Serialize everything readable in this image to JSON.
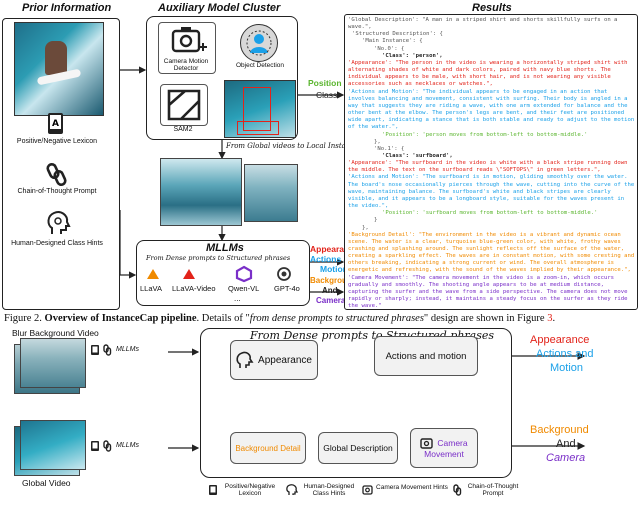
{
  "top": {
    "prior_title": "Prior Information",
    "aux_title": "Auxiliary Model Cluster",
    "results_title": "Results",
    "prior_items": [
      "Positive/Negative Lexicon",
      "Chain-of-Thought Prompt",
      "Human-Designed Class Hints"
    ],
    "aux_items": [
      "Camera Motion Detector",
      "Object Detection",
      "SAM2"
    ],
    "global_to_local": "From Global videos to Local Instances",
    "mllm_title": "MLLMs",
    "mllm_sub": "From Dense prompts to Structured phrases",
    "models": [
      "LLaVA",
      "LLaVA-Video",
      "Qwen-VL",
      "GPT-4o",
      "..."
    ],
    "position": "Position",
    "class": "Class",
    "appearance": "Appearance",
    "actions_and": "Actions and",
    "motion": "Motion",
    "background": "Background",
    "and": "And",
    "camera": "Camera"
  },
  "results": {
    "l1": "'Global Description': \"A man in a striped shirt and shorts skillfully surfs on a wave.\",",
    "l2": "'Structured Description': {",
    "l3": "'Main Instance': {",
    "l4": "'No.0': {",
    "l5": "'Class': 'person',",
    "app0": "'Appearance': \"The person in the video is wearing a horizontally striped shirt with alternating shades of white and dark colors, paired with navy blue shorts. The individual appears to be male, with short hair, and is not wearing any visible accessories such as necklaces or watches.\",",
    "act0": "'Actions and Motion': \"The individual appears to be engaged in an action that involves balancing and movement, consistent with surfing. Their body is angled in a way that suggests they are riding a wave, with one arm extended for balance and the other bent at the elbow. The person's legs are bent, and their feet are positioned wide apart, indicating a stance that is both stable and ready to adjust to the motion of the water.\",",
    "pos0": "'Position': 'person moves from bottom-left to bottom-middle.'",
    "c1": "},",
    "l6": "'No.1': {",
    "l7": "'Class': 'surfboard',",
    "app1": "'Appearance': \"The surfboard in the video is white with a black stripe running down the middle. The text on the surfboard reads \\\"SOFTOPS\\\" in green letters.\",",
    "act1": "'Actions and Motion': \"The surfboard is in motion, gliding smoothly over the water. The board's nose occasionally pierces through the wave, cutting into the curve of the wave, maintaining balance. The surfboard's white and black stripes are clearly visible, and it appears to be a longboard style, suitable for the waves present in the video.\",",
    "pos1": "'Position': 'surfboard moves from bottom-left to bottom-middle.'",
    "c2": "}",
    "c3": "},",
    "bg": "'Background Detail': \"The environment in the video is a vibrant and dynamic ocean scene. The water is a clear, turquoise blue-green color, with white, frothy waves crashing and splashing around. The sunlight reflects off the surface of the water, creating a sparkling effect. The waves are in constant motion, with some cresting and others breaking, indicating a strong current or wind. The overall atmosphere is energetic and refreshing, with the sound of the waves implied by their appearance.\",",
    "cam": "'Camera Movement': \"The camera movement in the video is a zoom-in, which occurs gradually and smoothly. The shooting angle appears to be at medium distance, capturing the surfer and the wave from a side perspective. The camera does not move rapidly or sharply; instead, it maintains a steady focus on the surfer as they ride the wave.\""
  },
  "caption": {
    "prefix": "Figure 2. ",
    "bold": "Overview of InstanceCap pipeline",
    "mid": ". Details of \"",
    "italic": "from dense prompts to structured phrases",
    "end": "\" design are shown in Figure ",
    "ref": "3",
    "dot": "."
  },
  "bottom": {
    "title": "From Dense prompts to Structured phrases",
    "blur_label": "Blur Background Video",
    "global_label": "Global Video",
    "mllms": "MLLMs",
    "appearance_box": "Appearance",
    "actions_box": "Actions and motion",
    "bg_detail": "Background Detail",
    "global_desc": "Global Description",
    "camera_box1": "Camera",
    "camera_box2": "Movement",
    "out_appearance": "Appearance",
    "out_actions": "Actions and",
    "out_motion": "Motion",
    "out_background": "Background",
    "out_and": "And",
    "out_camera": "Camera",
    "legend": [
      "Positive/Negative Lexicon",
      "Human-Designed Class Hints",
      "Camera Movement Hints",
      "Chain-of-Thought Prompt"
    ]
  }
}
